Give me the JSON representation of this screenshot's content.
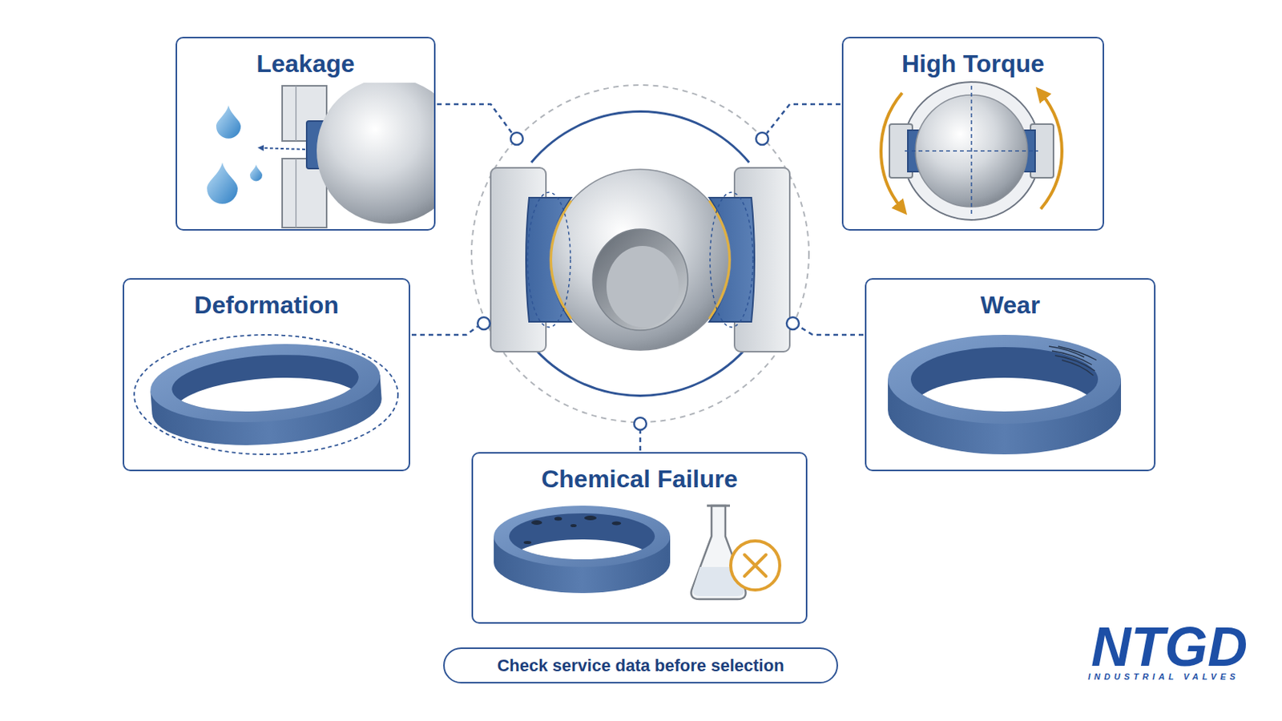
{
  "diagram": {
    "nodes": [
      {
        "text": [
          "Leakage"
        ]
      },
      {
        "text": [
          "High Torque"
        ]
      },
      {
        "text": [
          "Deformation"
        ]
      },
      {
        "text": [
          "Wear"
        ]
      },
      {
        "text": [
          "Chemical Failure"
        ]
      },
      {
        "text": [
          "Check service data before selection"
        ]
      }
    ],
    "labels": [
      "NTGD",
      "INDUSTRIAL VALVES"
    ]
  }
}
